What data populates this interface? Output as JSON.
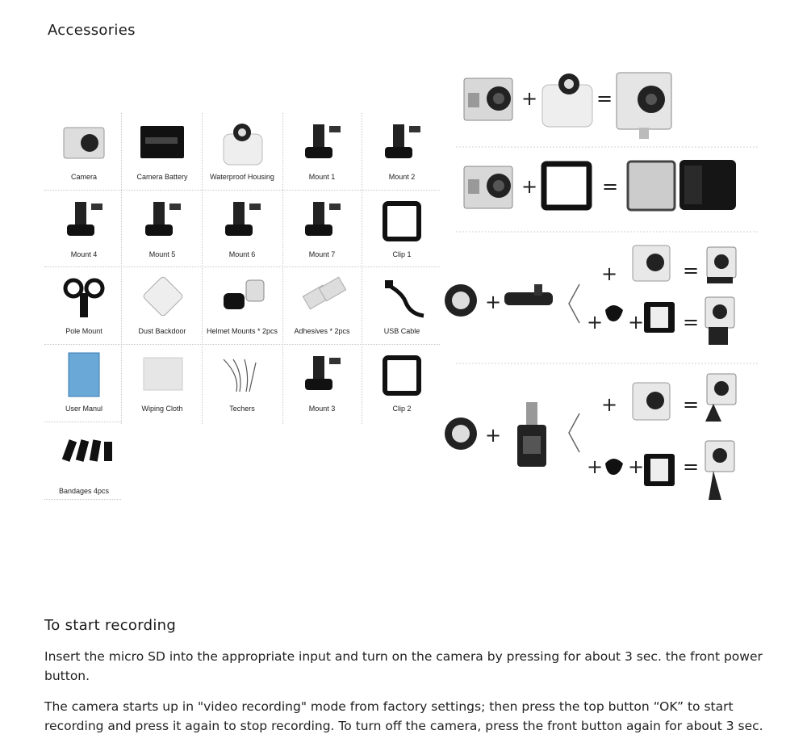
{
  "accessories": {
    "title": "Accessories",
    "items": [
      {
        "label": "Camera",
        "icon": "camera-icon"
      },
      {
        "label": "Camera Battery",
        "icon": "battery-icon"
      },
      {
        "label": "Waterproof Housing",
        "icon": "housing-icon"
      },
      {
        "label": "Mount 1",
        "icon": "mount-icon"
      },
      {
        "label": "Mount 2",
        "icon": "mount-icon"
      },
      {
        "label": "Mount 4",
        "icon": "mount-icon"
      },
      {
        "label": "Mount 5",
        "icon": "mount-icon"
      },
      {
        "label": "Mount 6",
        "icon": "mount-icon"
      },
      {
        "label": "Mount 7",
        "icon": "mount-icon"
      },
      {
        "label": "Clip 1",
        "icon": "clip-icon"
      },
      {
        "label": "Pole Mount",
        "icon": "pole-mount-icon"
      },
      {
        "label": "Dust Backdoor",
        "icon": "backdoor-icon"
      },
      {
        "label": "Helmet Mounts * 2pcs",
        "icon": "helmet-mount-icon"
      },
      {
        "label": "Adhesives * 2pcs",
        "icon": "adhesive-icon"
      },
      {
        "label": "USB Cable",
        "icon": "usb-cable-icon"
      },
      {
        "label": "User Manul",
        "icon": "manual-icon"
      },
      {
        "label": "Wiping Cloth",
        "icon": "cloth-icon"
      },
      {
        "label": "Techers",
        "icon": "tethers-icon"
      },
      {
        "label": "Mount 3",
        "icon": "mount-icon"
      },
      {
        "label": "Clip 2",
        "icon": "clip-icon"
      },
      {
        "label": "Bandages 4pcs",
        "icon": "bandages-icon"
      }
    ]
  },
  "assembly": {
    "plus": "+",
    "equals": "=",
    "branch": "<"
  },
  "recording": {
    "title": "To start recording",
    "paragraph1": "Insert the micro SD into the appropriate input and turn on the camera by pressing for about 3 sec. the front power button.",
    "paragraph2": "The camera starts up in \"video recording\" mode from factory settings; then press the top button “OK” to start recording and press it again to stop recording. To turn off the camera, press the front button again for about 3 sec."
  }
}
